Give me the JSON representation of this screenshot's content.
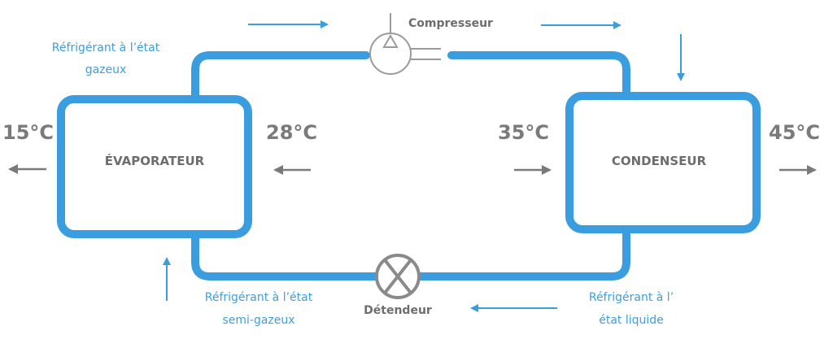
{
  "colors": {
    "pipe": "#3a9de0",
    "arrow_blue": "#3a9de0",
    "arrow_grey": "#7a7a7a",
    "text_grey": "#6d6d6d",
    "text_blue": "#3d9ee0"
  },
  "components": {
    "evaporator": "ÉVAPORATEUR",
    "condenser": "CONDENSEUR",
    "compressor": "Compresseur",
    "expansion_valve": "Détendeur"
  },
  "temperatures": {
    "evap_out": "15°C",
    "evap_in": "28°C",
    "cond_in": "35°C",
    "cond_out": "45°C"
  },
  "states": {
    "gas_line1": "Réfrigérant à l’état",
    "gas_line2": "gazeux",
    "semi_line1": "Réfrigérant à l’état",
    "semi_line2": "semi-gazeux",
    "liquid_line1": "Réfrigérant à l’",
    "liquid_line2": "état liquide"
  }
}
